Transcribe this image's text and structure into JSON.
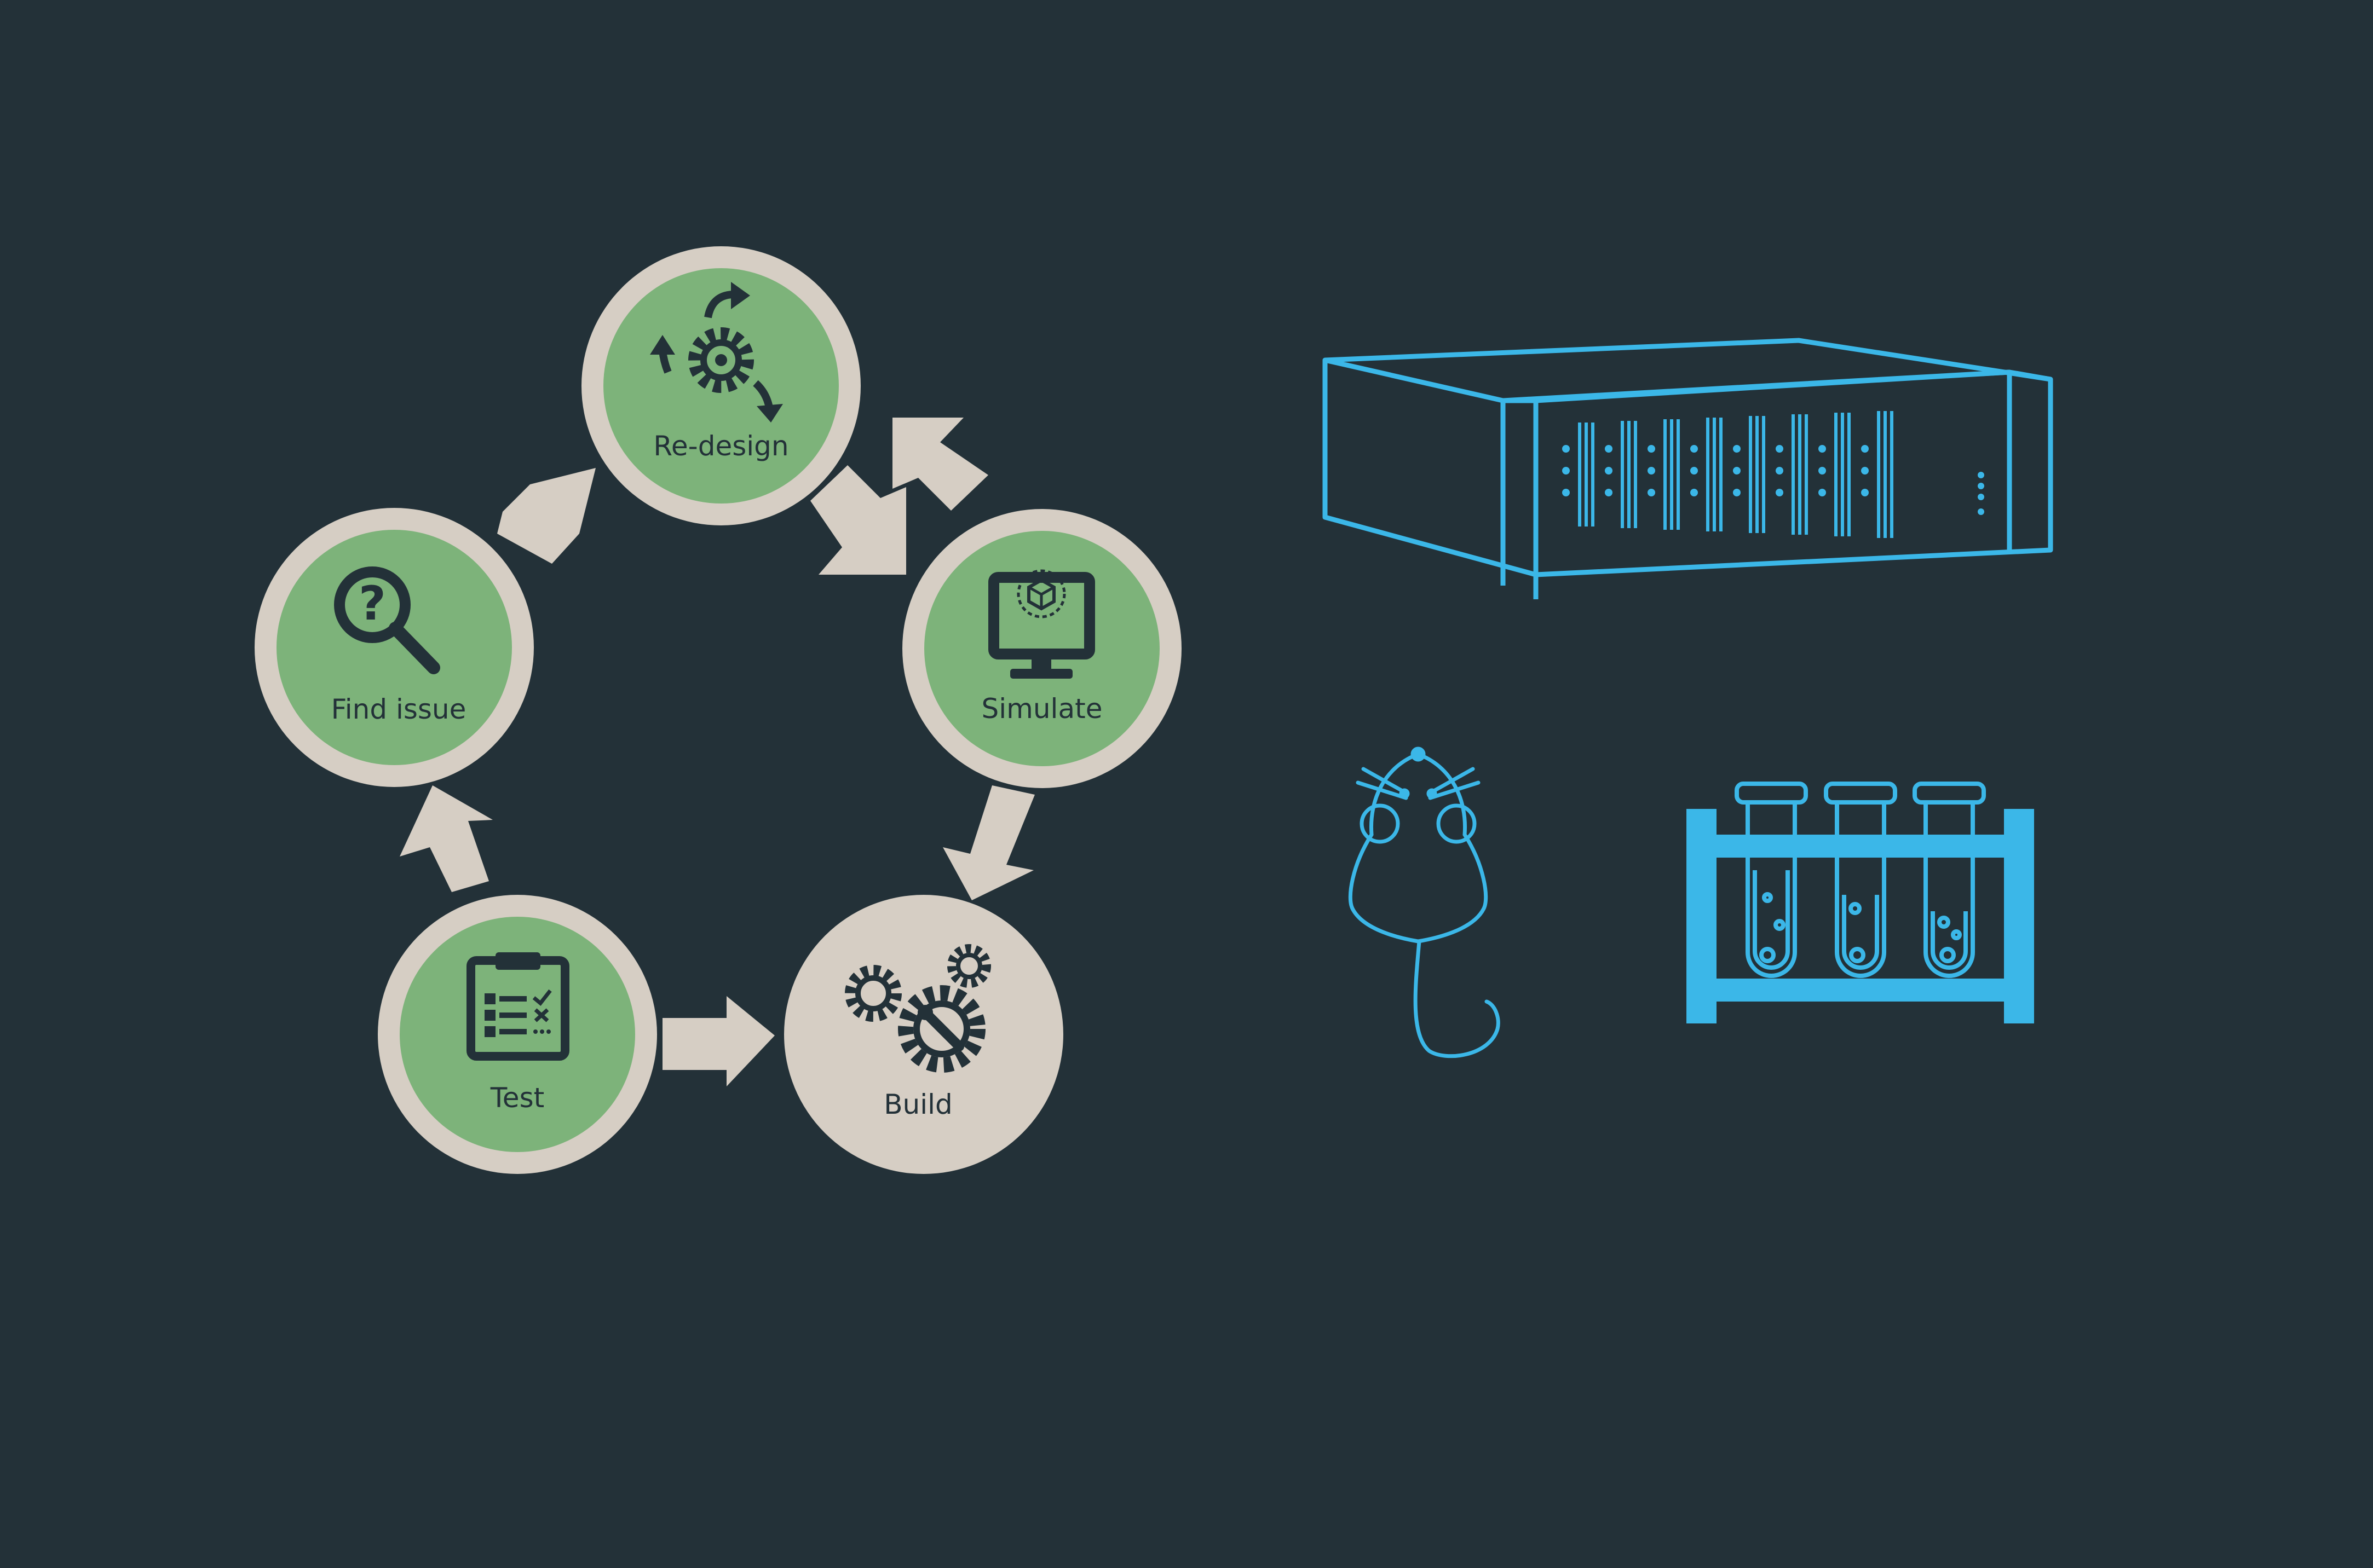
{
  "colors": {
    "background": "#233138",
    "ring": "#d6cec4",
    "stage_fill": "#7db37a",
    "ink": "#233138",
    "hardware_accent": "#3bb7e8"
  },
  "cycle": {
    "stages": [
      {
        "label": "Re-design",
        "icon": "redesign-gear-arrows-icon",
        "highlighted": true
      },
      {
        "label": "Simulate",
        "icon": "monitor-simulation-icon",
        "highlighted": true
      },
      {
        "label": "Build",
        "icon": "gears-wrench-icon",
        "highlighted": false
      },
      {
        "label": "Test",
        "icon": "checklist-clipboard-icon",
        "highlighted": true
      },
      {
        "label": "Find issue",
        "icon": "magnifier-question-icon",
        "highlighted": true
      }
    ]
  },
  "illustrations": [
    {
      "name": "server-rack",
      "icon": "server-rack-icon"
    },
    {
      "name": "lab-mouse",
      "icon": "mouse-icon"
    },
    {
      "name": "test-tube-rack",
      "icon": "test-tubes-icon"
    }
  ]
}
